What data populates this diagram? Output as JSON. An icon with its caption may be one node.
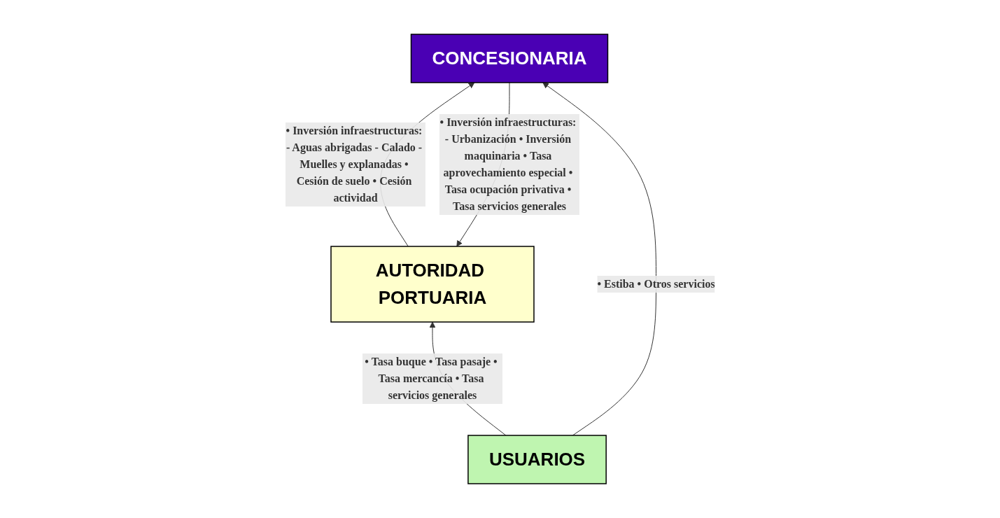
{
  "diagram": {
    "nodes": [
      {
        "text": [
          "AUTORIDAD PORTUARIA"
        ]
      },
      {
        "text": [
          "USUARIOS"
        ]
      },
      {
        "text": [
          "CONCESIONARIA"
        ]
      }
    ],
    "edges": [
      {
        "from": 1,
        "to": 0,
        "arrow": "to",
        "label": "• Tasa buque • Tasa pasaje • Tasa mercancía • Tasa servicios generales"
      },
      {
        "from": 0,
        "to": 2,
        "arrow": "to",
        "label": "• Inversión infraestructuras: - Aguas abrigadas - Calado - Muelles y explanadas • Cesión de suelo • Cesión actividad"
      },
      {
        "from": 2,
        "to": 0,
        "arrow": "to",
        "label": "• Inversión infraestructuras: - Urbanización • Inversión maquinaria • Tasa aprovechamiento especial • Tasa ocupación privativa • Tasa servicios generales"
      },
      {
        "from": 1,
        "to": 2,
        "arrow": "to",
        "label": "• Estiba • Otros servicios"
      }
    ]
  }
}
